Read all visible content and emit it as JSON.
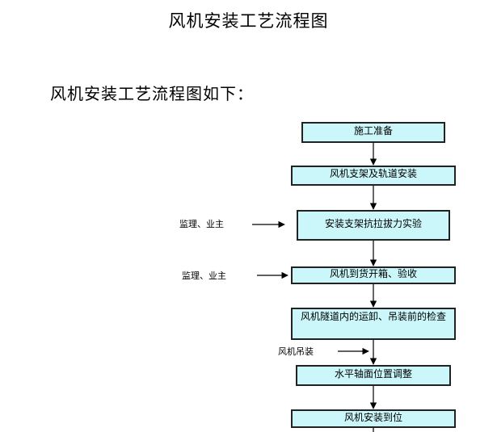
{
  "document": {
    "title": "风机安装工艺流程图",
    "intro": "风机安装工艺流程图如下："
  },
  "flowchart": {
    "steps": [
      "施工准备",
      "风机支架及轨道安装",
      "安装支架抗拉拔力实验",
      "风机到货开箱、验收",
      "风机隧道内的运卸、吊装前的检查",
      "水平轴面位置调整",
      "风机安装到位"
    ],
    "side_inputs": [
      {
        "label": "监理、业主",
        "target": "安装支架抗拉拔力实验"
      },
      {
        "label": "监理、业主",
        "target": "风机到货开箱、验收"
      },
      {
        "label": "风机吊装",
        "target": "水平轴面位置调整"
      }
    ],
    "colors": {
      "box_fill": "#ccf7fa",
      "box_border": "#222222",
      "arrow": "#000000"
    }
  }
}
